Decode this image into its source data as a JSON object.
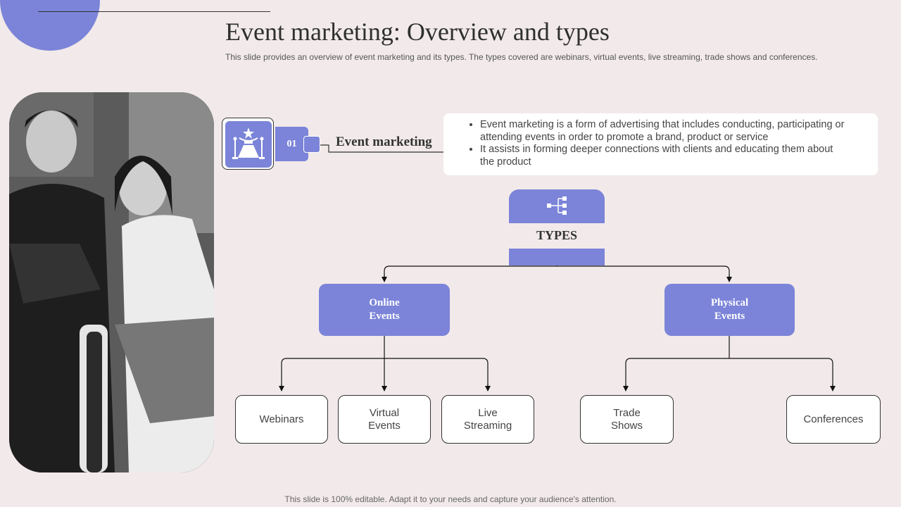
{
  "title": "Event marketing: Overview and types",
  "subtitle": "This slide provides an overview of event marketing and its types. The types covered are webinars, virtual events, live streaming, trade shows and conferences.",
  "overview": {
    "number": "01",
    "label": "Event marketing",
    "bullets": [
      "Event marketing is a form of advertising that includes conducting, participating or attending events in order to promote a brand, product or service",
      "It assists in forming deeper connections with clients and educating them about the product"
    ]
  },
  "types": {
    "label": "TYPES",
    "online": {
      "label": "Online\nEvents",
      "items": [
        "Webinars",
        "Virtual\nEvents",
        "Live\nStreaming"
      ]
    },
    "physical": {
      "label": "Physical\nEvents",
      "items": [
        "Trade\nShows",
        "Conferences"
      ]
    }
  },
  "footer": "This slide is 100% editable. Adapt it to your needs and capture your audience's attention.",
  "colors": {
    "accent": "#7b84d8",
    "background": "#f2eaea"
  },
  "icons": [
    "event-stage-icon",
    "hierarchy-icon"
  ]
}
